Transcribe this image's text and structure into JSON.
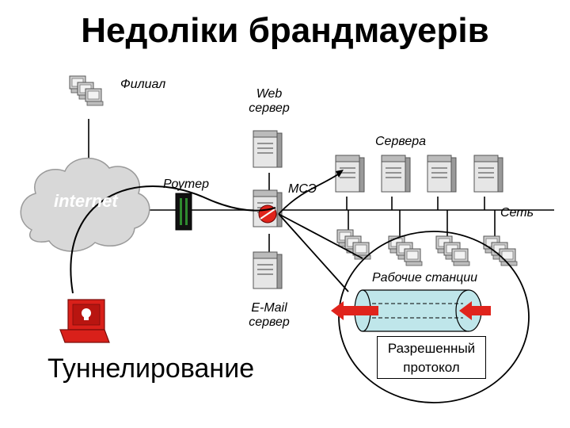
{
  "title": "Недоліки брандмауерів",
  "labels": {
    "branch": "Филиал",
    "web_server_line1": "Web",
    "web_server_line2": "сервер",
    "servers": "Сервера",
    "router": "Роутер",
    "firewall": "МСЭ",
    "network": "Сеть",
    "internet": "internet",
    "workstations": "Рабочие станции",
    "email_server_line1": "E-Mail",
    "email_server_line2": "сервер",
    "allowed_protocol_line1": "Разрешенный",
    "allowed_protocol_line2": "протокол",
    "tunneling": "Туннелирование"
  },
  "colors": {
    "tunnel_fill": "#bfe6ea",
    "arrow_red": "#e0241c",
    "attacker_red": "#d9201a",
    "cloud_gray": "#d8d8d8",
    "router_green": "#2f8a2f"
  },
  "icons": [
    "branch-computers-icon",
    "web-server-icon",
    "server-icon",
    "router-icon",
    "firewall-icon",
    "email-server-icon",
    "workstation-icon",
    "attacker-computer-icon",
    "internet-cloud-icon"
  ]
}
